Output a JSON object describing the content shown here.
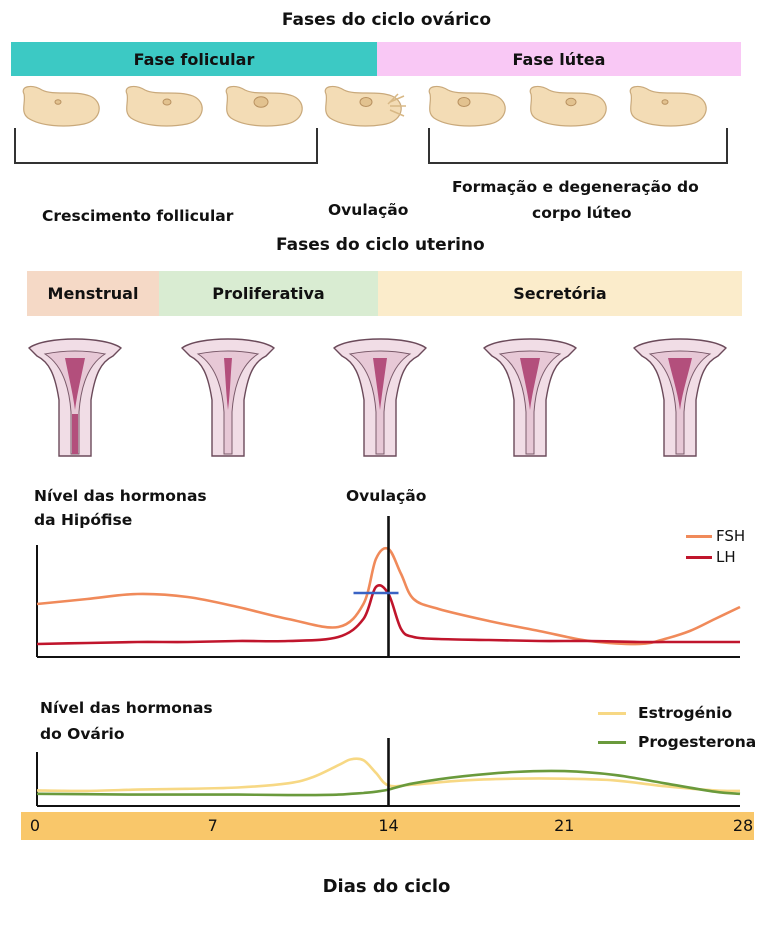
{
  "ovarian": {
    "title": "Fases do ciclo ovárico",
    "phases": [
      {
        "label": "Fase folicular",
        "color": "#3cc9c4"
      },
      {
        "label": "Fase lútea",
        "color": "#f9c8f5"
      }
    ],
    "labels": {
      "growth": "Crescimento follicular",
      "ovulation": "Ovulação",
      "corpus_line1": "Formação e degeneração do",
      "corpus_line2": "corpo lúteo"
    }
  },
  "uterine": {
    "title": "Fases do ciclo uterino",
    "phases": [
      {
        "label": "Menstrual",
        "color": "#f5d9c6"
      },
      {
        "label": "Proliferativa",
        "color": "#d9ecd2"
      },
      {
        "label": "Secretória",
        "color": "#fbeccb"
      }
    ]
  },
  "pituitary_chart": {
    "title_line1": "Nível das hormonas",
    "title_line2": "da Hipófise",
    "ovulation_label": "Ovulação",
    "legend": [
      {
        "name": "FSH",
        "color": "#f08a5a"
      },
      {
        "name": "LH",
        "color": "#c0152c"
      }
    ],
    "marker_color": "#3a63c4"
  },
  "ovary_chart": {
    "title_line1": "Nível das hormonas",
    "title_line2": "do Ovário",
    "legend": [
      {
        "name": "Estrogénio",
        "color": "#f7d884"
      },
      {
        "name": "Progesterona",
        "color": "#6a9a3c"
      }
    ]
  },
  "axis": {
    "bar_color": "#f9c76a",
    "ticks": [
      "0",
      "7",
      "14",
      "21",
      "28"
    ],
    "xlabel": "Dias do ciclo"
  },
  "chart_data": [
    {
      "type": "line",
      "x": [
        0,
        2,
        4,
        6,
        8,
        10,
        12,
        13,
        13.5,
        14,
        14.5,
        15,
        16,
        18,
        20,
        22,
        24,
        25,
        26,
        27,
        28
      ],
      "series": [
        {
          "name": "FSH",
          "values": [
            0.45,
            0.5,
            0.55,
            0.52,
            0.42,
            0.3,
            0.22,
            0.45,
            0.9,
            1.0,
            0.75,
            0.5,
            0.4,
            0.28,
            0.18,
            0.08,
            0.05,
            0.1,
            0.18,
            0.3,
            0.42
          ]
        },
        {
          "name": "LH",
          "values": [
            0.05,
            0.06,
            0.07,
            0.07,
            0.08,
            0.08,
            0.12,
            0.3,
            0.62,
            0.55,
            0.2,
            0.12,
            0.1,
            0.09,
            0.08,
            0.08,
            0.07,
            0.07,
            0.07,
            0.07,
            0.07
          ]
        }
      ],
      "xlim": [
        0,
        28
      ]
    },
    {
      "type": "line",
      "x": [
        0,
        2,
        4,
        6,
        8,
        10,
        11,
        12,
        12.5,
        13,
        13.5,
        14,
        15,
        17,
        19,
        21,
        23,
        25,
        27,
        28
      ],
      "series": [
        {
          "name": "Estrogénio",
          "values": [
            0.18,
            0.17,
            0.2,
            0.22,
            0.25,
            0.35,
            0.5,
            0.78,
            0.92,
            0.9,
            0.6,
            0.3,
            0.32,
            0.42,
            0.46,
            0.46,
            0.42,
            0.28,
            0.18,
            0.17
          ]
        },
        {
          "name": "Progesterona",
          "values": [
            0.1,
            0.09,
            0.08,
            0.08,
            0.08,
            0.07,
            0.07,
            0.08,
            0.1,
            0.12,
            0.15,
            0.2,
            0.35,
            0.52,
            0.62,
            0.64,
            0.55,
            0.35,
            0.15,
            0.1
          ]
        }
      ],
      "xlim": [
        0,
        28
      ]
    }
  ]
}
